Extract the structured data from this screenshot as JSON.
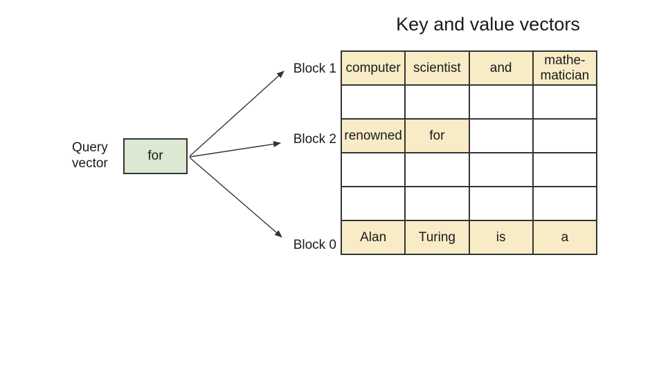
{
  "title": "Key and value vectors",
  "query": {
    "label": "Query\nvector",
    "box_text": "for"
  },
  "blocks": [
    {
      "label": "Block 1"
    },
    {
      "label": "Block 2"
    },
    {
      "label": "Block 0"
    }
  ],
  "table": {
    "rows": [
      {
        "cells": [
          {
            "text": "computer",
            "highlight": true
          },
          {
            "text": "scientist",
            "highlight": true
          },
          {
            "text": "and",
            "highlight": true
          },
          {
            "text": "mathe-\nmatician",
            "highlight": true
          }
        ]
      },
      {
        "cells": [
          {
            "text": "",
            "highlight": false
          },
          {
            "text": "",
            "highlight": false
          },
          {
            "text": "",
            "highlight": false
          },
          {
            "text": "",
            "highlight": false
          }
        ]
      },
      {
        "cells": [
          {
            "text": "renowned",
            "highlight": true
          },
          {
            "text": "for",
            "highlight": true
          },
          {
            "text": "",
            "highlight": false
          },
          {
            "text": "",
            "highlight": false
          }
        ]
      },
      {
        "cells": [
          {
            "text": "",
            "highlight": false
          },
          {
            "text": "",
            "highlight": false
          },
          {
            "text": "",
            "highlight": false
          },
          {
            "text": "",
            "highlight": false
          }
        ]
      },
      {
        "cells": [
          {
            "text": "",
            "highlight": false
          },
          {
            "text": "",
            "highlight": false
          },
          {
            "text": "",
            "highlight": false
          },
          {
            "text": "",
            "highlight": false
          }
        ]
      },
      {
        "cells": [
          {
            "text": "Alan",
            "highlight": true
          },
          {
            "text": "Turing",
            "highlight": true
          },
          {
            "text": "is",
            "highlight": true
          },
          {
            "text": "a",
            "highlight": true
          }
        ]
      }
    ]
  },
  "colors": {
    "cell_highlight": "#f8ecc6",
    "query_box_fill": "#dde8d3",
    "line": "#333333",
    "text": "#1a1a1a"
  }
}
